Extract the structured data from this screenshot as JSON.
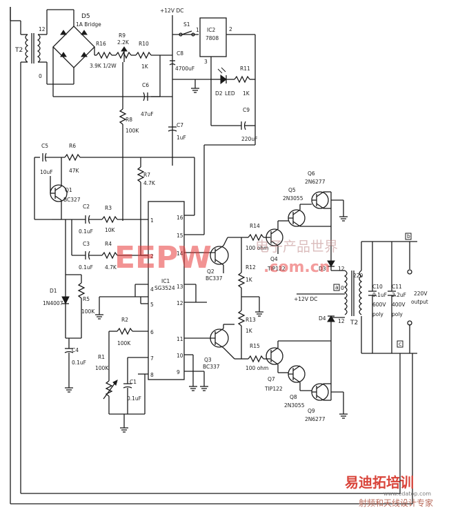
{
  "labels": {
    "v12_top": "+12V DC",
    "v12_mid": "+12V DC",
    "box_a1": "a",
    "box_a2": "a",
    "box_b": "b",
    "box_c": "c",
    "D5": "D5",
    "D5_val": "1A Bridge",
    "T2_left": "T2",
    "T2_12": "12",
    "T2_0": "0",
    "R16": "R16",
    "R16_val": "3.9K 1/2W",
    "R9": "R9",
    "R9_val": "2.2K",
    "R10": "R10",
    "R10_val": "1K",
    "C8": "C8",
    "C8_val": "4700uF",
    "S1": "S1",
    "S1_1": "1",
    "IC2": "IC2",
    "IC2_val": "7808",
    "IC2_2": "2",
    "IC2_3": "3",
    "R11": "R11",
    "R11_val": "1K",
    "D2": "D2",
    "D2_val": "LED",
    "C6": "C6",
    "C6_val": "47uF",
    "C9": "C9",
    "C9_val": "220uF",
    "R8": "R8",
    "R8_val": "100K",
    "C7": "C7",
    "C7_val": "1uF",
    "C5": "C5",
    "C5_val": "10uF",
    "R6": "R6",
    "R6_val": "47K",
    "R7": "R7",
    "R7_val": "4.7K",
    "Q1": "Q1",
    "Q1_val": "BC327",
    "C2": "C2",
    "C2_val": "0.1uF",
    "R3": "R3",
    "R3_val": "10K",
    "C3": "C3",
    "C3_val": "0.1uF",
    "R4": "R4",
    "R4_val": "4.7K",
    "D1": "D1",
    "D1_val": "1N4007",
    "R5": "R5",
    "R5_val": "100K",
    "C4": "C4",
    "C4_val": "0.1uF",
    "IC1": "IC1",
    "IC1_val": "SG3524",
    "R2": "R2",
    "R2_val": "100K",
    "R1": "R1",
    "R1_val": "100K",
    "C1": "C1",
    "C1_val": "0.1uF",
    "pin1": "1",
    "pin2": "2",
    "pin4": "4",
    "pin5": "5",
    "pin6": "6",
    "pin7": "7",
    "pin8": "8",
    "pin9": "9",
    "pin10": "10",
    "pin11": "11",
    "pin12": "12",
    "pin13": "13",
    "pin14": "14",
    "pin15": "15",
    "pin16": "16",
    "R14": "R14",
    "R14_val": "100 ohm",
    "Q4": "Q4",
    "Q4_val": "TIP122",
    "Q5": "Q5",
    "Q5_val": "2N3055",
    "Q6": "Q6",
    "Q6_val": "2N6277",
    "Q2": "Q2",
    "Q2_val": "BC337",
    "R12": "R12",
    "R12_val": "1K",
    "R13": "R13",
    "R13_val": "1K",
    "Q3": "Q3",
    "Q3_val": "BC337",
    "R15": "R15",
    "R15_val": "100 ohm",
    "Q7": "Q7",
    "Q7_val": "TIP122",
    "Q8": "Q8",
    "Q8_val": "2N3055",
    "Q9": "Q9",
    "Q9_val": "2N6277",
    "D3": "D3",
    "D4": "D4",
    "T2_right": "T2",
    "T2_r12a": "12",
    "T2_r0": "0",
    "T2_r12b": "12",
    "T2_r220": "220",
    "C10": "C10",
    "C10_val1": "0.1uF",
    "C10_val2": "600V",
    "C10_val3": "poly",
    "C11": "C11",
    "C11_val1": "2.2uF",
    "C11_val2": "400V",
    "C11_val3": "poly",
    "out1": "220V",
    "out2": "output"
  },
  "watermark": {
    "logo": "EEPW",
    "logo_cn": "电子产品世界",
    "url": ".com.cn",
    "brand_cn": "易迪拓培训",
    "brand_sub": "射频和天线设计专家",
    "brand_url": "www.edatop.com"
  },
  "colors": {
    "ink": "#1a1a1a",
    "watermark_red": "#e83a3a",
    "brand_red": "#d9443a"
  }
}
